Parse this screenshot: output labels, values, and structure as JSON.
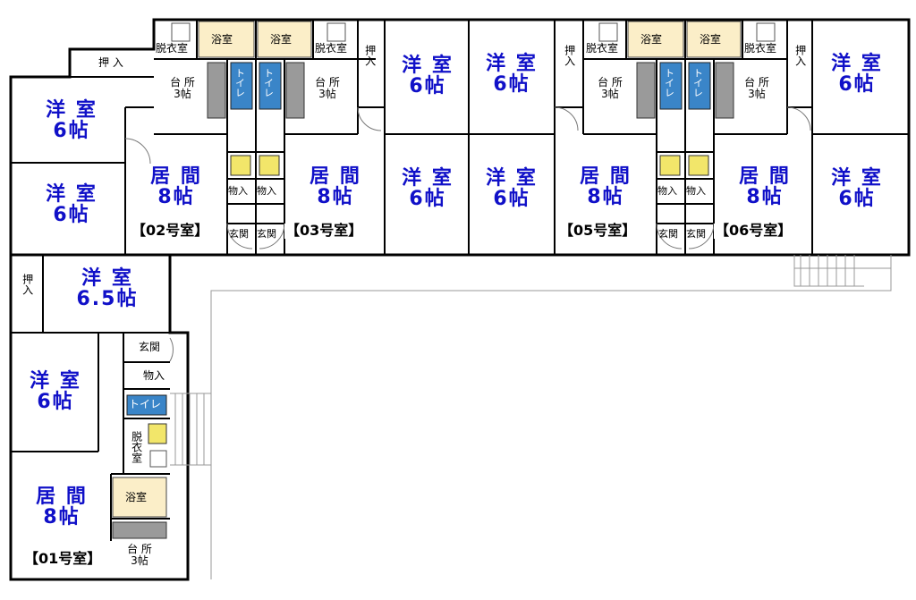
{
  "units": {
    "u01": "【01号室】",
    "u02": "【02号室】",
    "u03": "【03号室】",
    "u05": "【05号室】",
    "u06": "【06号室】"
  },
  "labels": {
    "western": "洋 室",
    "living": "居 間",
    "size6": "6帖",
    "size65": "6.5帖",
    "size8": "8帖",
    "bath": "浴室",
    "dressing": "脱衣室",
    "kitchen": "台 所",
    "kitchen_size": "3帖",
    "toilet": "トイレ",
    "storage": "物入",
    "entrance": "玄関",
    "closet": "押 入",
    "closet_v": "押入",
    "dressing_v": "脱衣室"
  }
}
